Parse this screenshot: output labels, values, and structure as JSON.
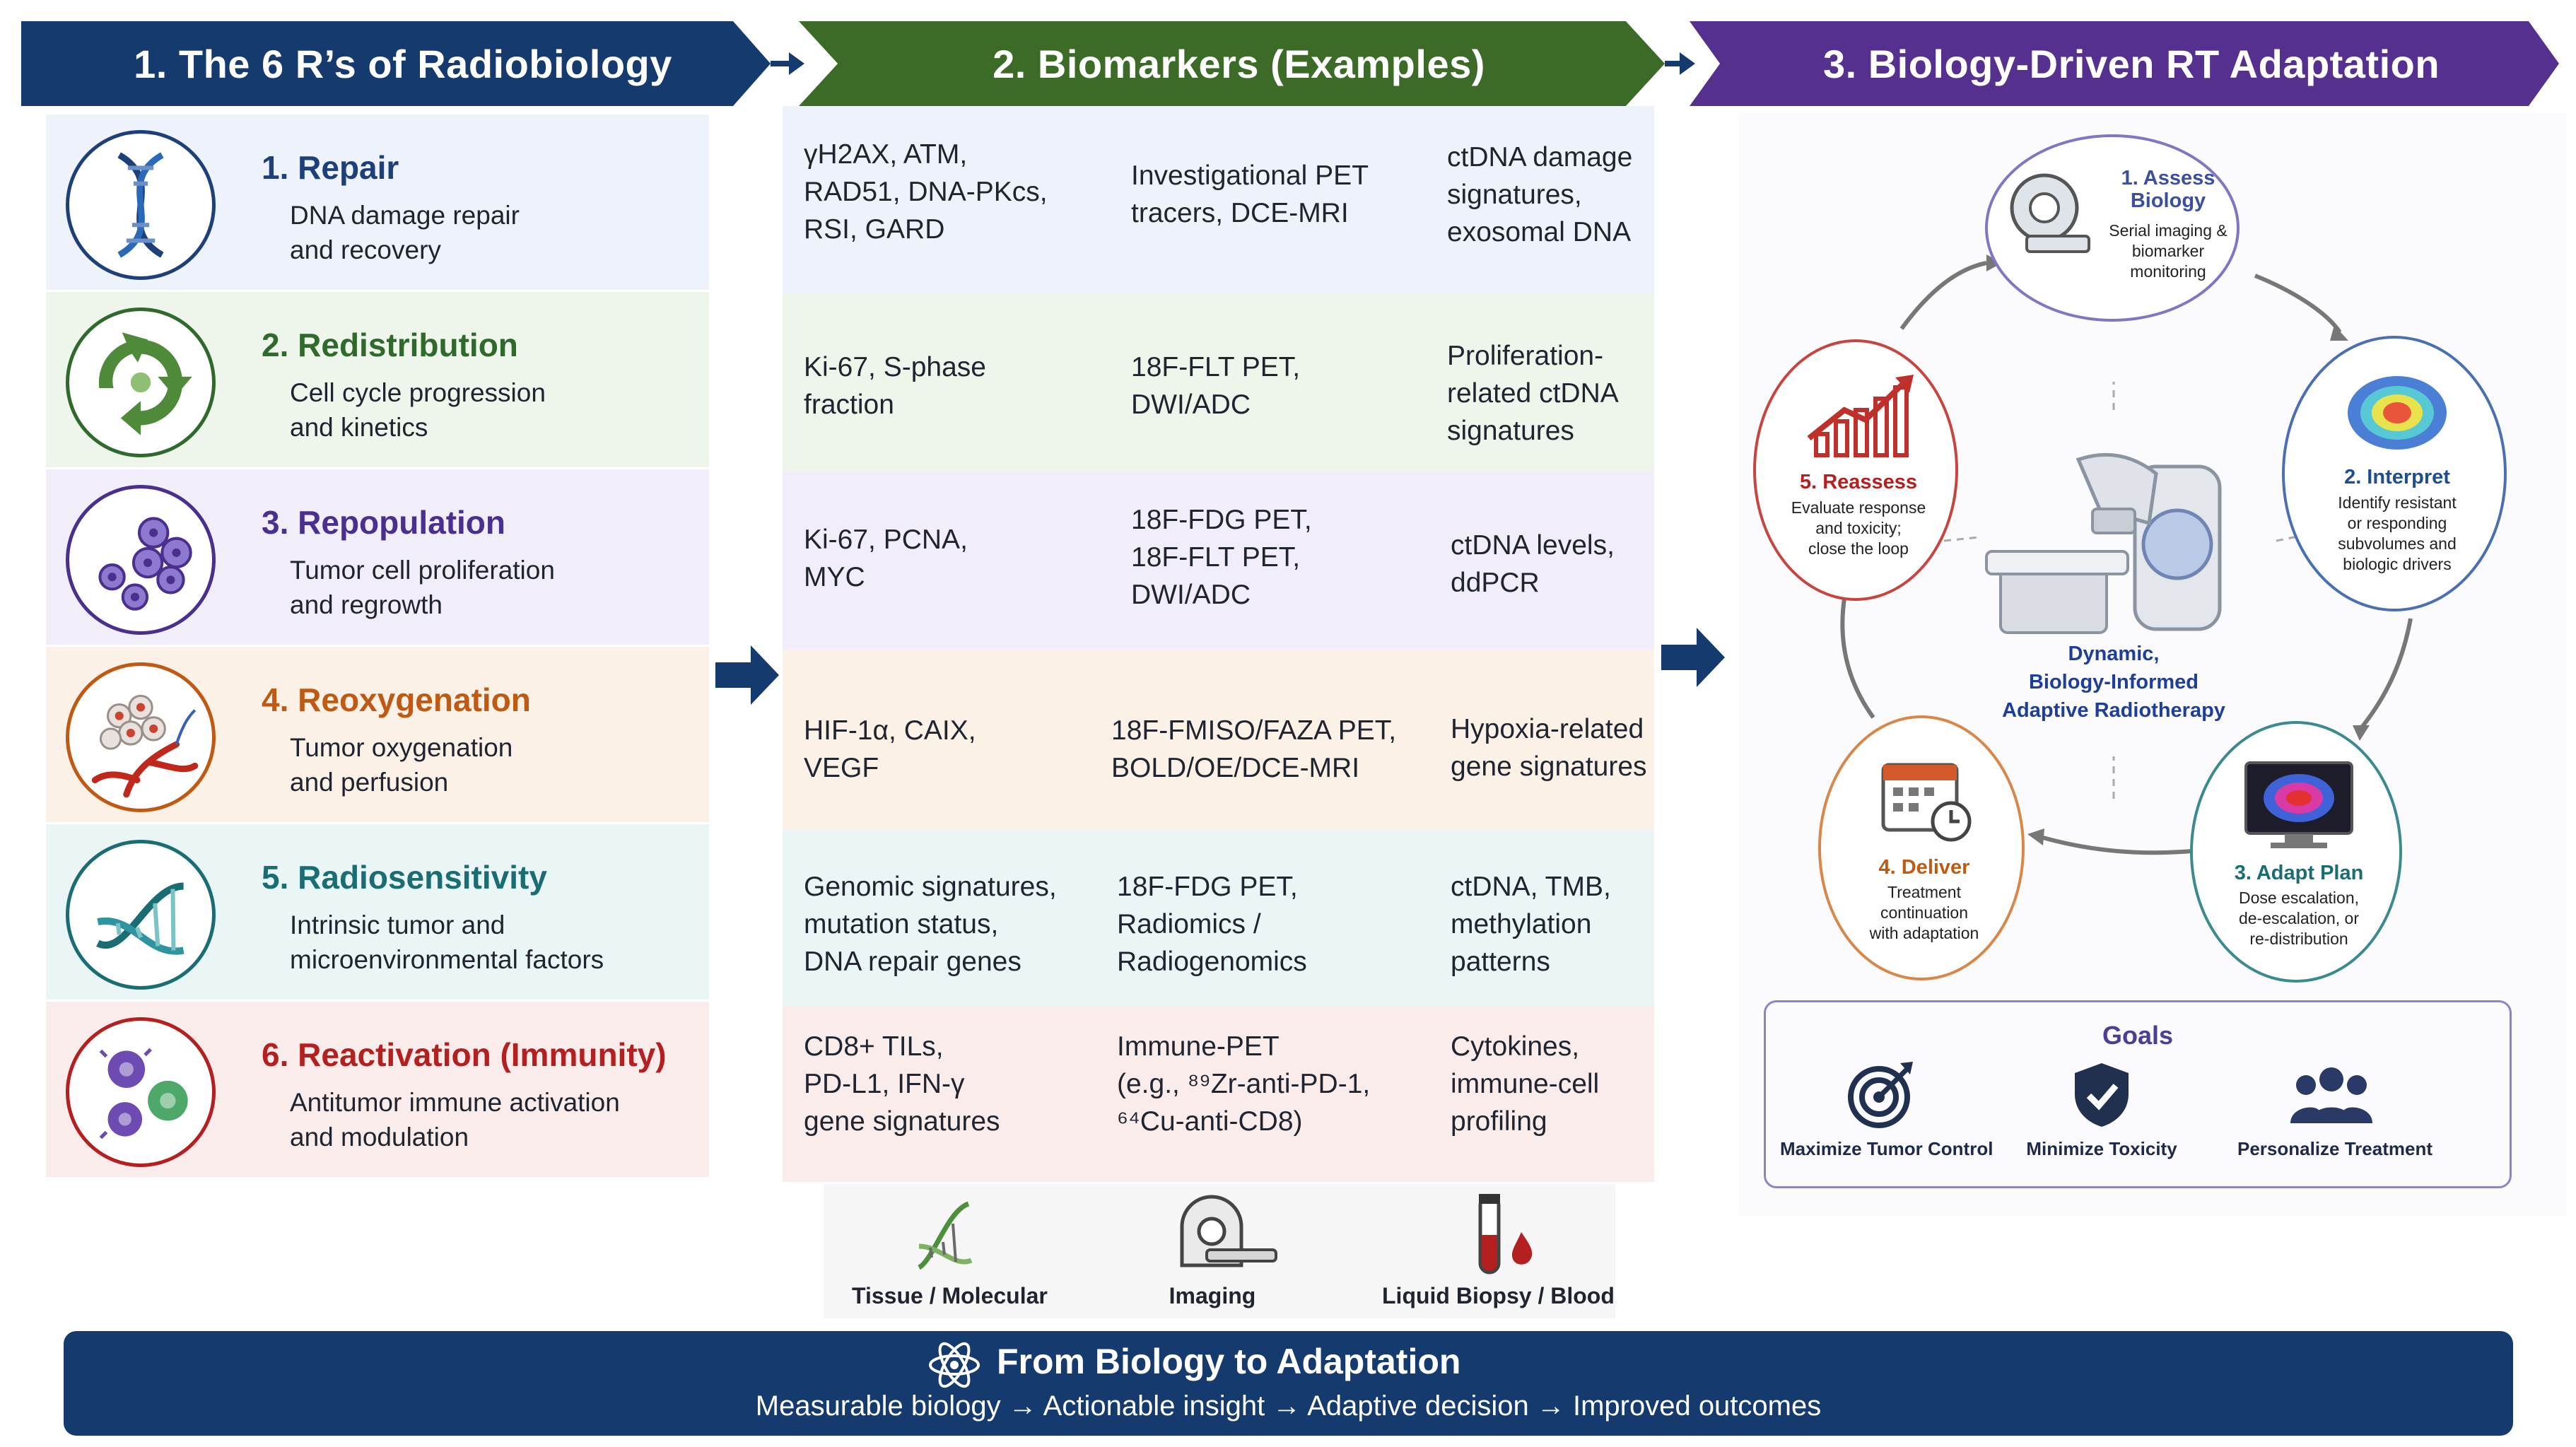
{
  "headers": {
    "col1": "1. The 6 R’s of Radiobiology",
    "col2": "2. Biomarkers (Examples)",
    "col3": "3. Biology-Driven RT Adaptation"
  },
  "rs": [
    {
      "title": "1. Repair",
      "desc1": "DNA damage repair",
      "desc2": "and recovery",
      "icon": "dna-helix-icon",
      "color": "#1d3f7a",
      "bg": "#eef3fb"
    },
    {
      "title": "2. Redistribution",
      "desc1": "Cell cycle progression",
      "desc2": "and kinetics",
      "icon": "cell-cycle-icon",
      "color": "#2f6a2c",
      "bg": "#eef5ea"
    },
    {
      "title": "3. Repopulation",
      "desc1": "Tumor cell proliferation",
      "desc2": "and regrowth",
      "icon": "cells-cluster-icon",
      "color": "#4a2f8f",
      "bg": "#f1eef9"
    },
    {
      "title": "4. Reoxygenation",
      "desc1": "Tumor oxygenation",
      "desc2": "and perfusion",
      "icon": "blood-vessel-icon",
      "color": "#c05a12",
      "bg": "#fcf1e7"
    },
    {
      "title": "5. Radiosensitivity",
      "desc1": "Intrinsic tumor and",
      "desc2": "microenvironmental factors",
      "icon": "dna-strand-icon",
      "color": "#1b6d74",
      "bg": "#eaf5f5"
    },
    {
      "title": "6. Reactivation (Immunity)",
      "desc1": "Antitumor immune activation",
      "desc2": "and modulation",
      "icon": "immune-cells-icon",
      "color": "#b3201f",
      "bg": "#fbecec"
    }
  ],
  "biomarkers": [
    {
      "tissue": [
        "γH2AX, ATM,",
        "RAD51, DNA-PKcs,",
        "RSI, GARD"
      ],
      "imaging": [
        "Investigational PET",
        "tracers, DCE-MRI"
      ],
      "liquid": [
        "ctDNA damage",
        "signatures,",
        "exosomal DNA"
      ]
    },
    {
      "tissue": [
        "Ki-67, S-phase",
        "fraction"
      ],
      "imaging": [
        "18F-FLT PET,",
        "DWI/ADC"
      ],
      "liquid": [
        "Proliferation-",
        "related ctDNA",
        "signatures"
      ]
    },
    {
      "tissue": [
        "Ki-67, PCNA,",
        "MYC"
      ],
      "imaging": [
        "18F-FDG PET,",
        "18F-FLT PET,",
        "DWI/ADC"
      ],
      "liquid": [
        "ctDNA levels,",
        "ddPCR"
      ]
    },
    {
      "tissue": [
        "HIF-1α, CAIX,",
        "VEGF"
      ],
      "imaging": [
        "18F-FMISO/FAZA PET,",
        "BOLD/OE/DCE-MRI"
      ],
      "liquid": [
        "Hypoxia-related",
        "gene signatures"
      ]
    },
    {
      "tissue": [
        "Genomic signatures,",
        "mutation status,",
        "DNA repair genes"
      ],
      "imaging": [
        "18F-FDG PET,",
        "Radiomics /",
        "Radiogenomics"
      ],
      "liquid": [
        "ctDNA, TMB,",
        "methylation",
        "patterns"
      ]
    },
    {
      "tissue": [
        "CD8+ TILs,",
        "PD-L1, IFN-γ",
        "gene signatures"
      ],
      "imaging": [
        "Immune-PET",
        "(e.g., ⁸⁹Zr-anti-PD-1,",
        "⁶⁴Cu-anti-CD8)"
      ],
      "liquid": [
        "Cytokines,",
        "immune-cell",
        "profiling"
      ]
    }
  ],
  "cycle": {
    "center": [
      "Dynamic,",
      "Biology-Informed",
      "Adaptive Radiotherapy"
    ],
    "steps": [
      {
        "title": [
          "1. Assess",
          "Biology"
        ],
        "desc": [
          "Serial imaging &",
          "biomarker",
          "monitoring"
        ],
        "color": "#3b4fa0"
      },
      {
        "title": [
          "2. Interpret"
        ],
        "desc": [
          "Identify resistant",
          "or responding",
          "subvolumes and",
          "biologic drivers"
        ],
        "color": "#1d4d92"
      },
      {
        "title": [
          "3. Adapt Plan"
        ],
        "desc": [
          "Dose escalation,",
          "de-escalation, or",
          "re-distribution"
        ],
        "color": "#1b6d74"
      },
      {
        "title": [
          "4. Deliver"
        ],
        "desc": [
          "Treatment",
          "continuation",
          "with adaptation"
        ],
        "color": "#c05a12"
      },
      {
        "title": [
          "5. Reassess"
        ],
        "desc": [
          "Evaluate response",
          "and toxicity;",
          "close the loop"
        ],
        "color": "#b3201f"
      }
    ]
  },
  "goals": {
    "title": "Goals",
    "items": [
      "Maximize Tumor Control",
      "Minimize Toxicity",
      "Personalize Treatment"
    ]
  },
  "legend": [
    "Tissue / Molecular",
    "Imaging",
    "Liquid Biopsy / Blood"
  ],
  "banner": {
    "title": "From Biology to Adaptation",
    "subtitle": "Measurable biology → Actionable insight → Adaptive decision → Improved outcomes"
  }
}
